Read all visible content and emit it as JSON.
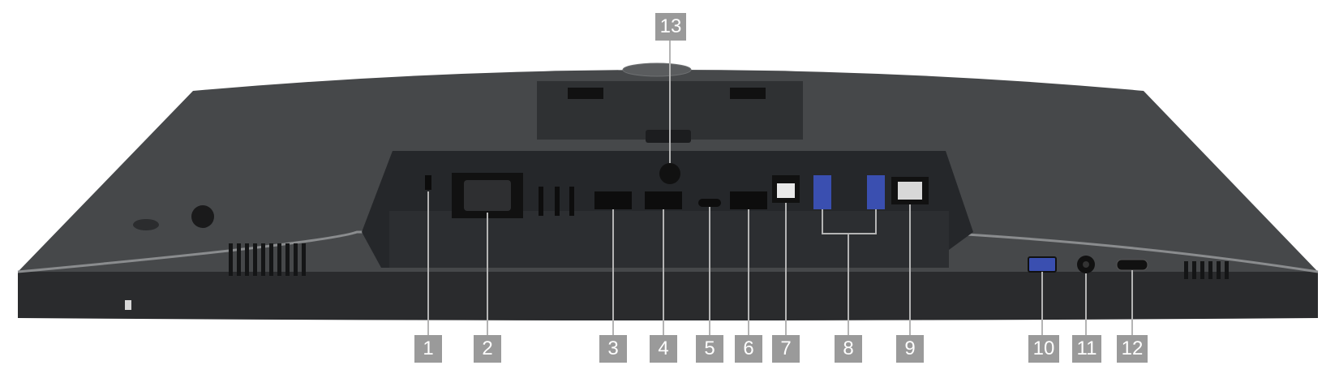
{
  "figure": {
    "subject": "Dell monitor rear / underside I/O panel",
    "callouts": [
      {
        "id": "1",
        "label": "1"
      },
      {
        "id": "2",
        "label": "2"
      },
      {
        "id": "3",
        "label": "3"
      },
      {
        "id": "4",
        "label": "4"
      },
      {
        "id": "5",
        "label": "5"
      },
      {
        "id": "6",
        "label": "6"
      },
      {
        "id": "7",
        "label": "7"
      },
      {
        "id": "8",
        "label": "8"
      },
      {
        "id": "9",
        "label": "9"
      },
      {
        "id": "10",
        "label": "10"
      },
      {
        "id": "11",
        "label": "11"
      },
      {
        "id": "12",
        "label": "12"
      },
      {
        "id": "13",
        "label": "13"
      }
    ]
  },
  "colors": {
    "callout_bg": "#9a9a9a",
    "callout_text": "#ffffff",
    "leader_line": "#b4b4b4",
    "chassis": "#3a3c3e",
    "chassis_dark": "#1f2022",
    "usb_blue": "#3a4fb0"
  }
}
